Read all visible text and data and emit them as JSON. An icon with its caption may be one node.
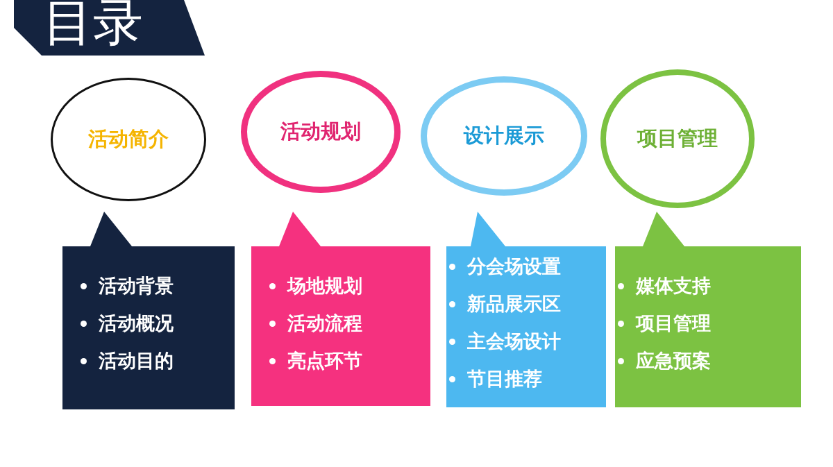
{
  "diagram": {
    "title": "目录",
    "nodes": [
      {
        "text": [
          "活动简介"
        ]
      },
      {
        "text": [
          "活动规划"
        ]
      },
      {
        "text": [
          "设计展示"
        ]
      },
      {
        "text": [
          "项目管理"
        ]
      },
      {
        "text": [
          "活动背景",
          "活动概况",
          "活动目的"
        ]
      },
      {
        "text": [
          "场地规划",
          "活动流程",
          "亮点环节"
        ]
      },
      {
        "text": [
          "分会场设置",
          "新品展示区",
          "主会场设计",
          "节目推荐"
        ]
      },
      {
        "text": [
          "媒体支持",
          "项目管理",
          "应急预案"
        ]
      }
    ]
  }
}
